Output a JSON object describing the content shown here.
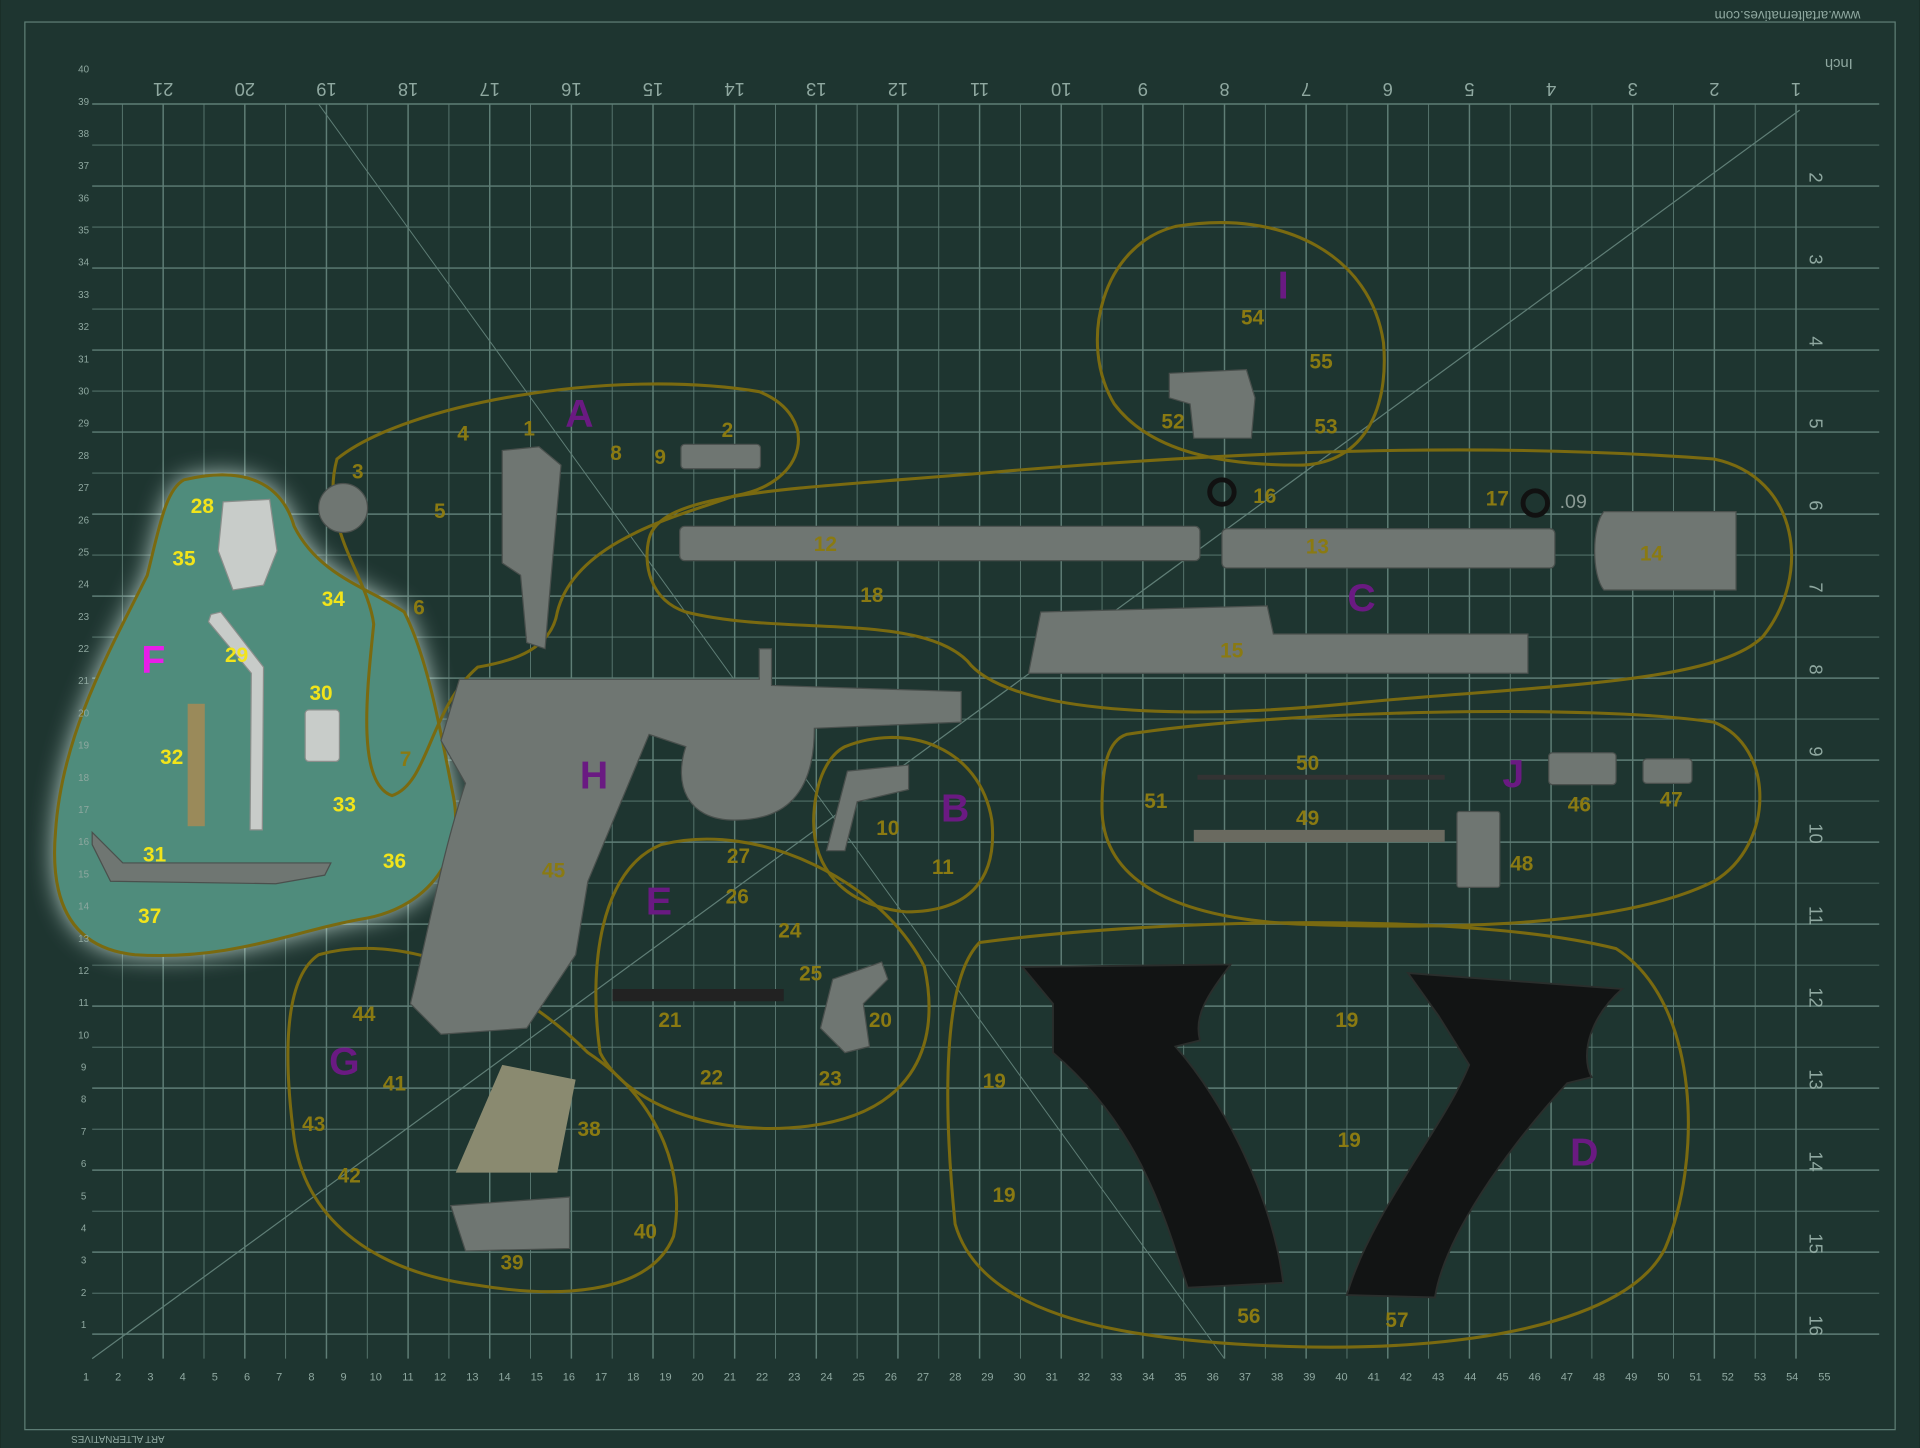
{
  "mat": {
    "brand_url": "www.artalternatives.com",
    "unit_label": "Inch",
    "brand_name": "ART ALTERNATIVES",
    "top_inch_ticks": [
      "1",
      "2",
      "3",
      "4",
      "5",
      "6",
      "7",
      "8",
      "9",
      "10",
      "11",
      "12",
      "13",
      "14",
      "15",
      "16",
      "17",
      "18",
      "19",
      "20",
      "21"
    ],
    "right_inch_ticks": [
      "2",
      "3",
      "4",
      "5",
      "6",
      "7",
      "8",
      "9",
      "10",
      "11",
      "12",
      "13",
      "14",
      "15",
      "16"
    ],
    "bottom_cm_ticks": [
      "1",
      "2",
      "3",
      "4",
      "5",
      "6",
      "7",
      "8",
      "9",
      "10",
      "11",
      "12",
      "13",
      "14",
      "15",
      "16",
      "17",
      "18",
      "19",
      "20",
      "21",
      "22",
      "23",
      "24",
      "25",
      "26",
      "27",
      "28",
      "29",
      "30",
      "31",
      "32",
      "33",
      "34",
      "35",
      "36",
      "37",
      "38",
      "39",
      "40",
      "41",
      "42",
      "43",
      "44",
      "45",
      "46",
      "47",
      "48",
      "49",
      "50",
      "51",
      "52",
      "53",
      "54",
      "55"
    ],
    "left_cm_ticks": [
      "1",
      "2",
      "3",
      "4",
      "5",
      "6",
      "7",
      "8",
      "9",
      "10",
      "11",
      "12",
      "13",
      "14",
      "15",
      "16",
      "17",
      "18",
      "19",
      "20",
      "21",
      "22",
      "23",
      "24",
      "25",
      "26",
      "27",
      "28",
      "29",
      "30",
      "31",
      "32",
      "33",
      "34",
      "35",
      "36",
      "37",
      "38",
      "39",
      "40"
    ],
    "colors": {
      "mat": "#1e3530",
      "grid": "#5f7e76",
      "highlight": "#4f8c7c"
    }
  },
  "group_letters": [
    "A",
    "B",
    "C",
    "D",
    "E",
    "F",
    "G",
    "H",
    "I",
    "J"
  ],
  "part_labels": [
    "1",
    "2",
    "3",
    "4",
    "5",
    "6",
    "7",
    "8",
    "9",
    "10",
    "11",
    "12",
    "13",
    "14",
    "15",
    "16",
    "17",
    "18",
    "19",
    "19",
    "19",
    "19",
    "20",
    "21",
    "22",
    "23",
    "24",
    "25",
    "26",
    "27",
    "28",
    "29",
    "30",
    "31",
    "32",
    "33",
    "34",
    "35",
    "36",
    "37",
    "38",
    "39",
    "40",
    "41",
    "42",
    "43",
    "44",
    "45",
    "46",
    "47",
    "48",
    "49",
    "50",
    "51",
    "52",
    "53",
    "54",
    "55",
    "56",
    "57"
  ],
  "measure_note": ".09",
  "colors": {
    "label_dim": "#8a7a12",
    "label_bright": "#f2e41a",
    "letter": "#6a1a82",
    "letter_highlight": "#e81ee8",
    "outline": "#7a6a10"
  }
}
